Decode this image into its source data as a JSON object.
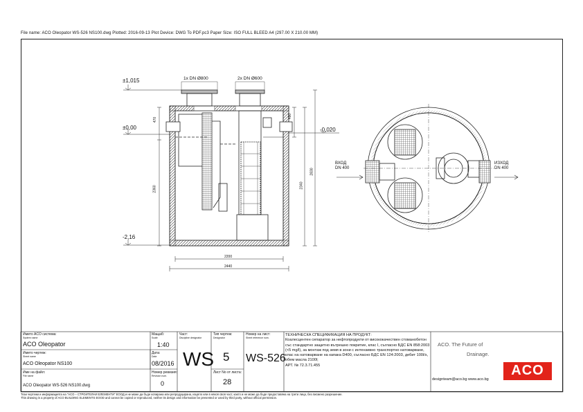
{
  "header": {
    "file_line": "File name: ACO Oleopator WS-526 NS100.dwg   Plotted: 2016-09-13   Plot Device: DWG To PDF.pc3   Paper Size: ISO FULL BLEED A4 (297.00 X 210.00 MM)"
  },
  "drawing": {
    "labels": {
      "dn800": "1x DN Ø800",
      "dn600": "2x DN Ø600",
      "lvl_top": "±1,015",
      "lvl_zero": "±0,00",
      "lvl_bottom": "-2,16",
      "lvl_outlet": "-0,020",
      "inlet": "ВХОД",
      "inlet_dn": "DN 400",
      "outlet": "ИЗХОД",
      "outlet_dn": "DN 400"
    },
    "dims": {
      "d470": "470",
      "d490": "490",
      "d2360": "2360",
      "d2340": "2340",
      "d2830": "2830",
      "d2200": "2200",
      "d2440": "2440"
    }
  },
  "title_block": {
    "system_label": "Името ACO система:",
    "system_label_en": "System name",
    "system_value": "ACO Oleopator",
    "sheet_label": "Името чертеж:",
    "sheet_label_en": "Sheet name",
    "sheet_value": "ACO Oleopator NS100",
    "file_label": "Име на файл:",
    "file_label_en": "File name",
    "file_value": "ACO Oleopator WS-526 NS100.dwg",
    "scale_label": "Мащаб:",
    "scale_label_en": "Scale",
    "scale_value": "1:40",
    "date_label": "Дата:",
    "date_label_en": "Date",
    "date_value": "08/2016",
    "rev_label": "Номер ревизия:",
    "rev_label_en": "Revision num.",
    "rev_value": "0",
    "part_label": "Част:",
    "part_label_en": "Discipline designator",
    "part_value": "WS",
    "type_label": "Тип чертеж:",
    "type_label_en": "Designator",
    "type_value": "5",
    "sheets_label": "Лист No от листа:",
    "sheets_value": "28",
    "num_label": "Номер на лист:",
    "num_label_en": "Sheet reference num.",
    "num_value": "WS-526",
    "spec_title": "ТЕХНИЧЕСКА СПЕЦИФИКАЦИЯ НА ПРОДУКТ:",
    "spec_body": "Коалесцентен сепаратор за нефтопродукти от висококачествен стоманобетон със стандартно защитно вътрешно покритие, клас I, съгласно БДС EN 858:2003 (<5 mg/l), за монтаж под земя в зони с интензивно транспортно натоварване, клас на натоварване на капака D400, съгласно БДС EN 124:2003, дебит 100l/s, обем масла 2100l;",
    "art_no": "АРТ. № 72.3.71.455",
    "brand_line1": "ACO. The Future of",
    "brand_line2": "Drainage.",
    "contact": "designteam@aco.bg   www.aco.bg",
    "logo_text": "ACO"
  },
  "footer": {
    "line1": "Тези чертежи и информацията на \"ACO – СТРОИТЕЛНИ ЕЛЕМЕНТИ\" ЕООД и не може да бъде копирана или репродуцирана, изцяло или в някоя своя част, както и не може да бъде предоставяна на трети лица, без писмено разрешение.",
    "line2": "This drawing is a property of ACO BUILDING ELEMENTS EOOD and cannot be copied or reproduced, neither its design and information be presented or used by third party, without official permission."
  },
  "colors": {
    "line": "#222222",
    "logo_red": "#e2231a",
    "brand_text": "#555555"
  }
}
